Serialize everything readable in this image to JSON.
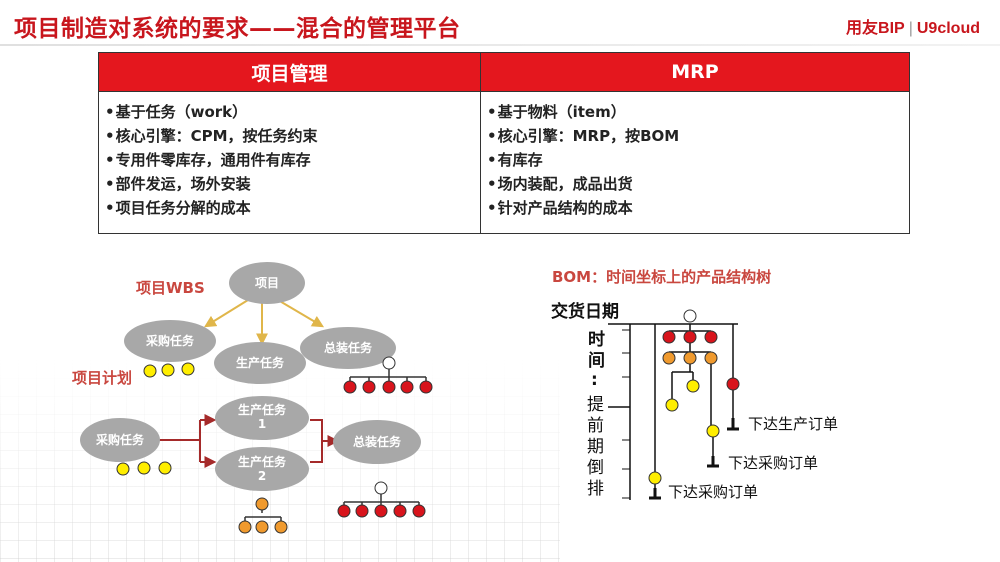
{
  "title": "项目制造对系统的要求——混合的管理平台",
  "logo": {
    "left": "用友BIP",
    "right": "U9cloud"
  },
  "table": {
    "columns": [
      {
        "header": "项目管理",
        "items": [
          "基于任务（work）",
          "核心引擎：CPM，按任务约束",
          "专用件零库存，通用件有库存",
          "部件发运，场外安装",
          "项目任务分解的成本"
        ]
      },
      {
        "header": "MRP",
        "items": [
          "基于物料（item）",
          "核心引擎：MRP，按BOM",
          "有库存",
          "场内装配，成品出货",
          "针对产品结构的成本"
        ]
      }
    ]
  },
  "wbs": {
    "label": "项目WBS",
    "root": "项目",
    "children": [
      "采购任务",
      "生产任务",
      "总装任务"
    ]
  },
  "plan": {
    "label": "项目计划",
    "nodes": [
      "采购任务",
      "生产任务 1",
      "生产任务 2",
      "总装任务"
    ]
  },
  "bom": {
    "title": "BOM：时间坐标上的产品结构树",
    "axis_title": "交货日期",
    "vertical_label": [
      "时",
      "间",
      ":",
      "提",
      "前",
      "期",
      "倒",
      "排"
    ],
    "orders": [
      "下达生产订单",
      "下达采购订单",
      "下达采购订单"
    ]
  },
  "colors": {
    "accent": "#e4171e",
    "title": "#c8161d",
    "node_gray": "#a8a8a8",
    "arrow_gold": "#e0b64a",
    "plan_arrow": "#a52a2a",
    "red_dot": "#d8141c",
    "orange_dot": "#f09a2e",
    "yellow_dot": "#ffee00",
    "white_dot": "#ffffff"
  }
}
